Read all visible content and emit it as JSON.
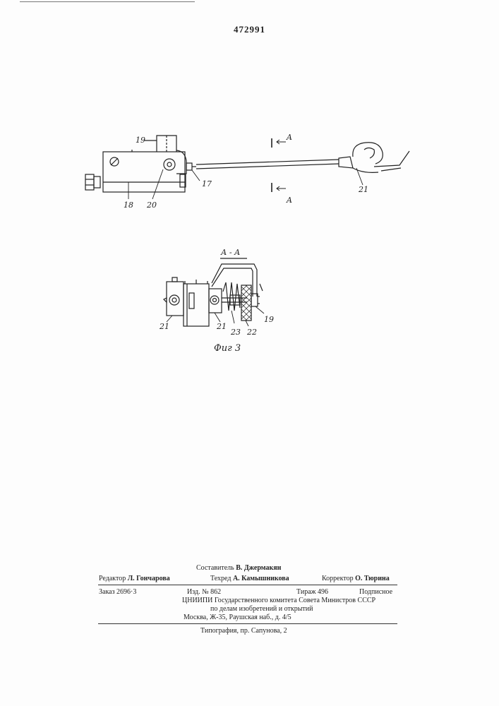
{
  "header": {
    "patent_number": "472991"
  },
  "figure": {
    "labels": {
      "top_view": {
        "p19": "19",
        "p17": "17",
        "p18": "18",
        "p20": "20",
        "p21": "21",
        "a_top": "A",
        "a_bottom": "A"
      },
      "section": {
        "title": "А - А",
        "p21a": "21",
        "p21b": "21",
        "p23": "23",
        "p22": "22",
        "p19": "19"
      },
      "caption": "Фиг 3"
    }
  },
  "imprint": {
    "compiler_role": "Составитель",
    "compiler_name": "В. Джермакян",
    "editor_role": "Редактор",
    "editor_name": "Л. Гончарова",
    "techred_role": "Техред",
    "techred_name": "А. Камышникова",
    "corrector_role": "Корректор",
    "corrector_name": "О. Тюрина",
    "order": "Заказ  2696·3",
    "issue": "Изд.  №  862",
    "print_run": "Тираж  496",
    "subscription": "Подписное",
    "org_line1": "ЦНИИПИ  Государственного  комитета  Совета  Министров  СССР",
    "org_line2": "по  делам  изобретений  и  открытий",
    "address": "Москва,  Ж-35,  Раушская  наб.,  д.  4/5",
    "printer": "Типография,  пр.  Сапунова,  2"
  }
}
